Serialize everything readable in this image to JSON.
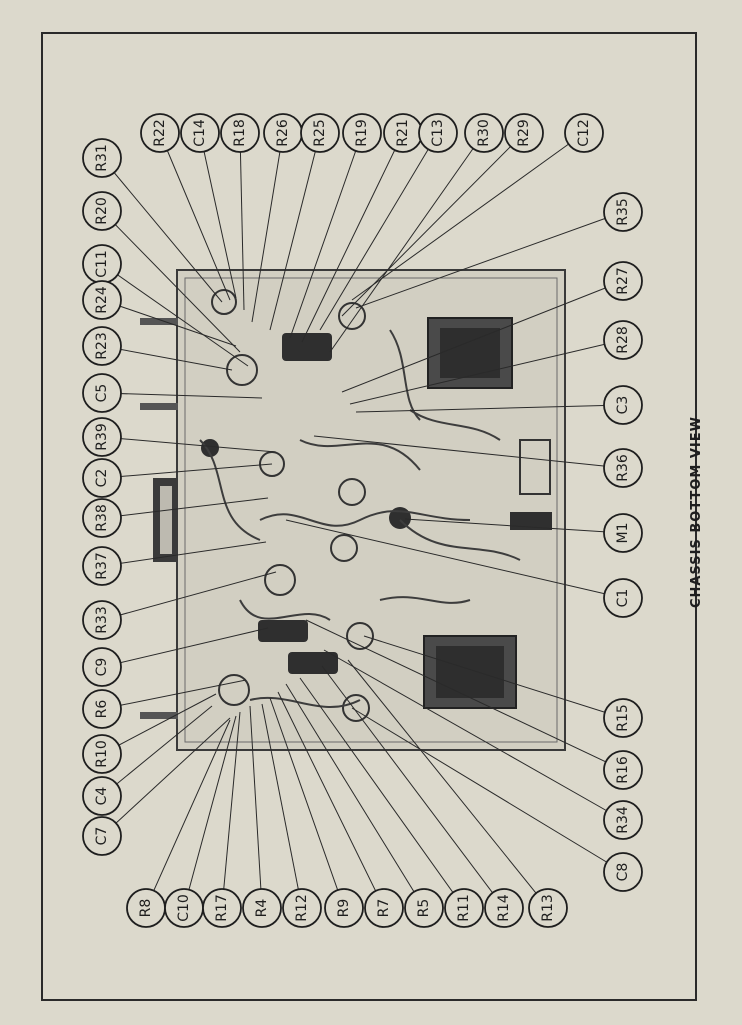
{
  "caption": "CHASSIS BOTTOM VIEW",
  "colors": {
    "paper": "#dcd9cc",
    "ink": "#1e1e1e",
    "chassis": "#d2cfc2"
  },
  "top_labels": [
    "R31",
    "R20",
    "C11",
    "R24",
    "R23",
    "C5",
    "R39",
    "C2",
    "R38",
    "R37",
    "R33",
    "C9",
    "R6",
    "R10",
    "C4",
    "C7"
  ],
  "upper_labels": [
    "R22",
    "C14",
    "R18",
    "R26",
    "R25",
    "R19",
    "R21",
    "C13",
    "R30",
    "R29",
    "C12"
  ],
  "lower_labels": [
    "R8",
    "C10",
    "R17",
    "R4",
    "R12",
    "R9",
    "R7",
    "R5",
    "R11",
    "R14",
    "R13"
  ],
  "right_labels": [
    "R35",
    "R27",
    "R28",
    "C3",
    "R36",
    "M1",
    "C1",
    "R15",
    "R16",
    "R34",
    "C8"
  ]
}
